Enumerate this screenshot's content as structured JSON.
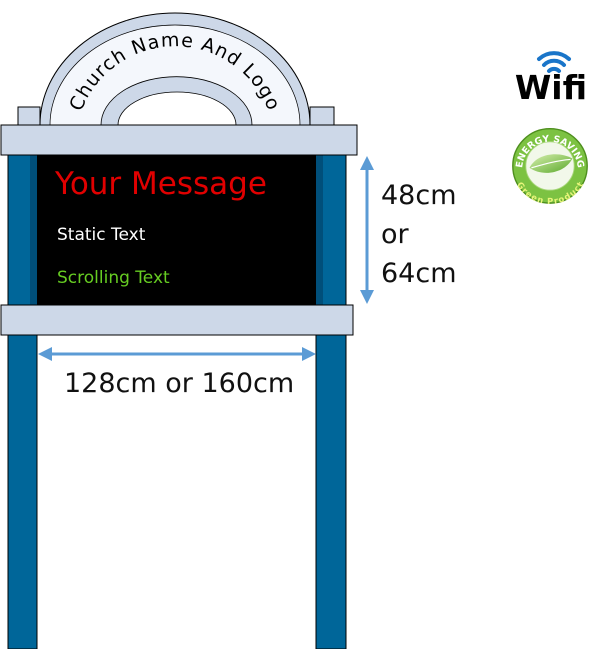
{
  "sign": {
    "arch_text": "Church Name And Logo",
    "display": {
      "headline": "Your Message",
      "static_line": "Static Text",
      "scrolling_line": "Scrolling Text"
    }
  },
  "dimensions": {
    "height_line1": "48cm",
    "height_line2": "or",
    "height_line3": "64cm",
    "width": "128cm or 160cm"
  },
  "badges": {
    "wifi_label": "Wifi",
    "energy_top": "ENERGY SAVING",
    "energy_bottom": "Green Product"
  },
  "colors": {
    "post": "#006699",
    "frame": "#cdd8e8",
    "screen": "#000000",
    "headline": "#e00000",
    "static": "#ffffff",
    "scrolling": "#66cc22",
    "dimension_arrow": "#5b9bd5",
    "wifi_blue": "#1a75c9",
    "badge_green": "#7cc242"
  }
}
